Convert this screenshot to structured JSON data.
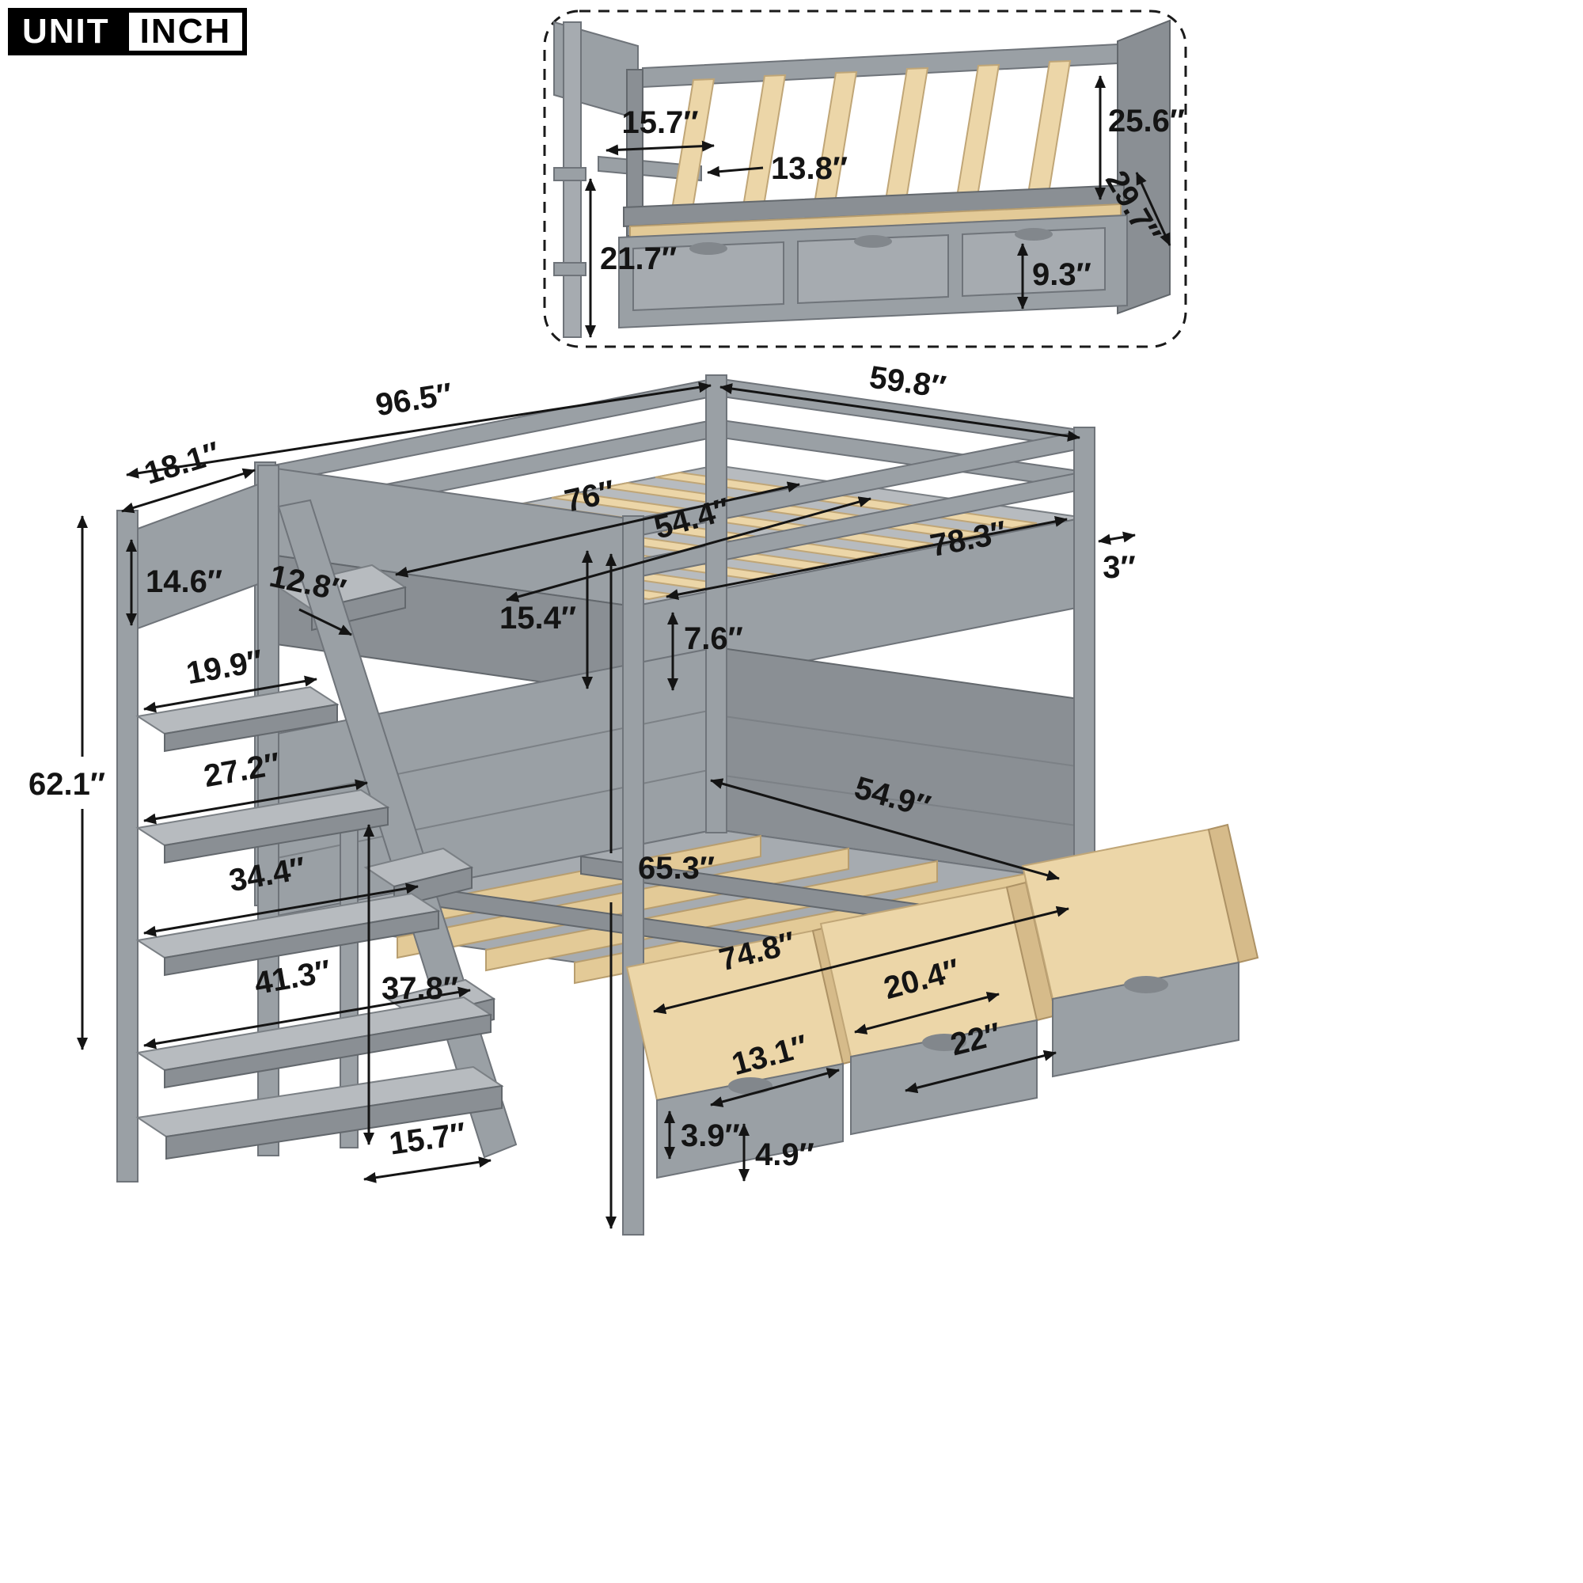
{
  "unit_badge": {
    "label": "UNIT",
    "value": "INCH"
  },
  "colors": {
    "frame": "#9aa0a5",
    "frame_dark": "#6f747a",
    "frame_light": "#b7bbbf",
    "wood": "#ecd6a8",
    "wood_dark": "#c0a677",
    "dimension": "#141414",
    "background": "#ffffff"
  },
  "inset_dims": {
    "d15_7": "15.7″",
    "d13_8": "13.8″",
    "d25_6": "25.6″",
    "d29_7": "29.7″",
    "d21_7": "21.7″",
    "d9_3": "9.3″"
  },
  "main_dims": {
    "d96_5": "96.5″",
    "d59_8": "59.8″",
    "d18_1": "18.1″",
    "d76": "76″",
    "d54_4": "54.4″",
    "d78_3": "78.3″",
    "d3": "3″",
    "d15_4": "15.4″",
    "d7_6": "7.6″",
    "d14_6": "14.6″",
    "d12_8": "12.8″",
    "d19_9": "19.9″",
    "d27_2": "27.2″",
    "d34_4": "34.4″",
    "d41_3": "41.3″",
    "d62_1": "62.1″",
    "d37_8": "37.8″",
    "d15_7": "15.7″",
    "d54_9": "54.9″",
    "d65_3": "65.3″",
    "d74_8": "74.8″",
    "d20_4": "20.4″",
    "d22": "22″",
    "d13_1": "13.1″",
    "d3_9": "3.9″",
    "d4_9": "4.9″"
  }
}
